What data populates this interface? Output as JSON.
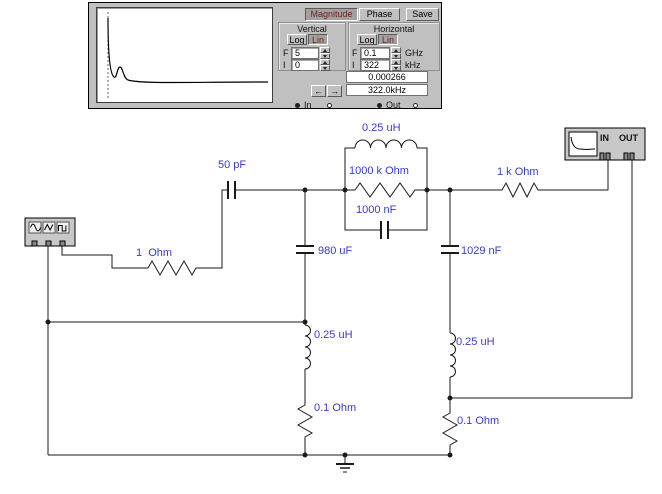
{
  "bode_plotter": {
    "buttons": {
      "magnitude": "Magnitude",
      "phase": "Phase",
      "save": "Save"
    },
    "vertical": {
      "title": "Vertical",
      "log": "Log",
      "lin": "Lin",
      "f_label": "F",
      "f_value": "5",
      "i_label": "I",
      "i_value": "0"
    },
    "horizontal": {
      "title": "Horizontal",
      "log": "Log",
      "lin": "Lin",
      "f_label": "F",
      "f_value": "0.1",
      "f_unit": "GHz",
      "i_label": "I",
      "i_value": "322",
      "i_unit": "kHz"
    },
    "readout": {
      "magnitude_value": "0.000266",
      "frequency_value": "322.0kHz"
    },
    "nav": {
      "left": "←",
      "right": "→"
    },
    "io": {
      "in": "In",
      "out": "Out"
    }
  },
  "bode_icon": {
    "in": "IN",
    "out": "OUT"
  },
  "components": {
    "c_series": "50 pF",
    "r_source": "1  Ohm",
    "l_parallel": "0.25 uH",
    "r_parallel": "1000 k Ohm",
    "c_parallel": "1000 nF",
    "r_load": "1 k Ohm",
    "c_branch_left": "980 uF",
    "c_branch_right": "1029 nF",
    "l_branch_left": "0.25 uH",
    "l_branch_right": "0.25 uH",
    "r_branch_left": "0.1 Ohm",
    "r_branch_right": "0.1 Ohm"
  },
  "colors": {
    "wire": "#1a1a1a",
    "label": "#3a3acd",
    "panel": "#c0c0c0"
  }
}
